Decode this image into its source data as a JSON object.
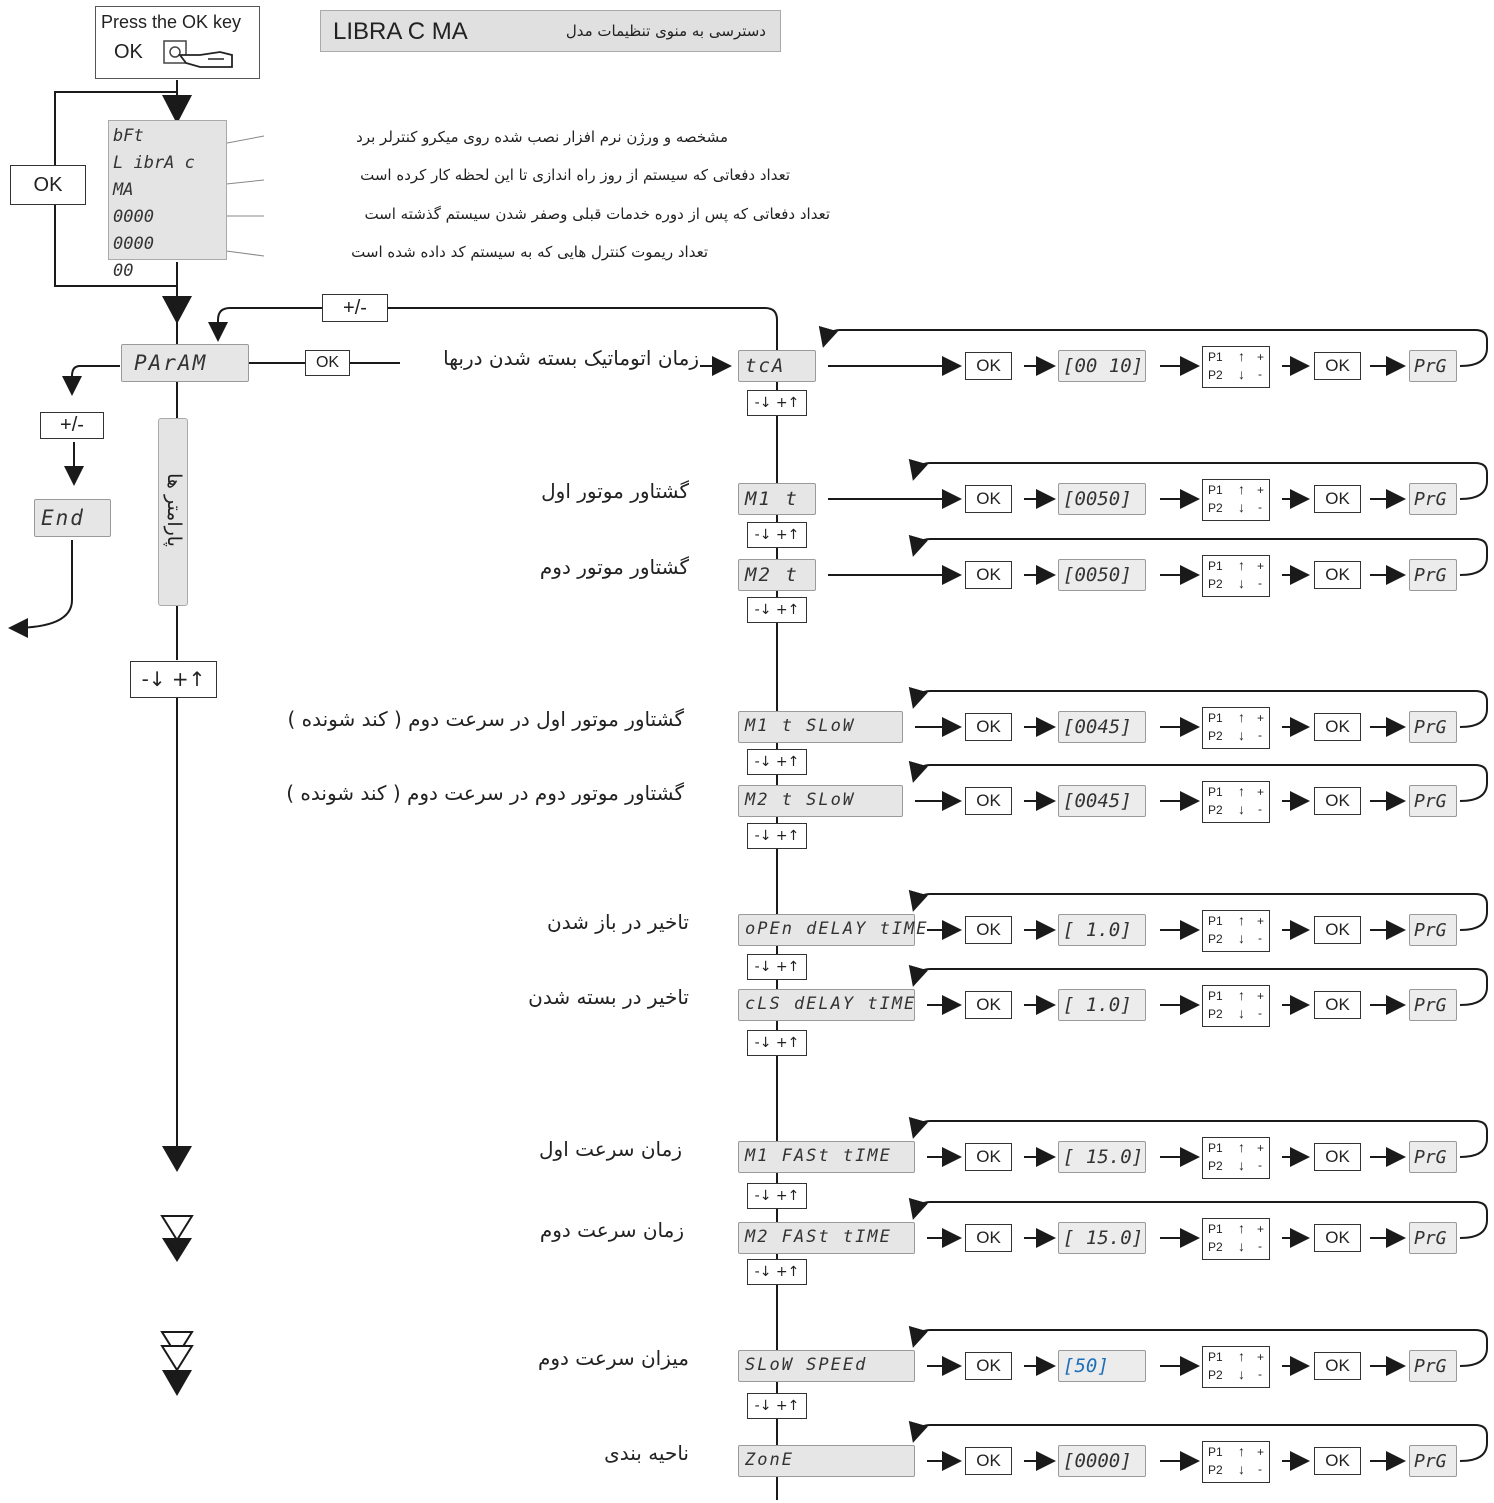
{
  "start_box": {
    "line1": "Press the OK key",
    "line2": "OK"
  },
  "title": {
    "model": "LIBRA C MA",
    "subtitle": "دسترسی به منوی تنظیمات مدل"
  },
  "display_lines": [
    "bFt",
    "L ibrA c MA",
    "0000",
    "0000",
    "00"
  ],
  "display_notes": [
    "مشخصه و ورژن نرم افزار نصب شده روی میکرو کنترلر برد",
    "تعداد دفعاتی  که سیستم از روز راه اندازی تا این لحظه کار کرده است",
    "تعداد دفعاتی که پس از دوره خدمات قبلی وصفر شدن سیستم گذشته است",
    "تعداد ریموت کنترل هایی که به سیستم کد داده شده است"
  ],
  "ok_label": "OK",
  "plus_minus_label": "+/-",
  "param_display": "PArAM",
  "param_side_label": "پارامتر ها",
  "end_display": "End",
  "scroll_label": "-↓ +↑",
  "p12": {
    "p1": "P1",
    "p2": "P2",
    "plus": "+",
    "minus": "-"
  },
  "prg_display": "PrG",
  "rows": [
    {
      "label": "زمان اتوماتیک بسته شدن دربها",
      "display": "tcA",
      "value": "[00 10]"
    },
    {
      "label": "گشتاور موتور اول",
      "display": "M1 t",
      "value": "[0050]"
    },
    {
      "label": "گشتاور موتور دوم",
      "display": "M2 t",
      "value": "[0050]"
    },
    {
      "label": "گشتاور موتور اول در سرعت دوم  ( کند شونده )",
      "display": "M1 t SLoW",
      "value": "[0045]"
    },
    {
      "label": "گشتاور موتور دوم در سرعت دوم ( کند شونده )",
      "display": "M2 t SLoW",
      "value": "[0045]"
    },
    {
      "label": "تاخیر در باز شدن",
      "display": "oPEn dELAY tIME",
      "value": "[ 1.0]"
    },
    {
      "label": "تاخیر در بسته شدن",
      "display": "cLS dELAY tIME",
      "value": "[ 1.0]"
    },
    {
      "label": "زمان سرعت اول",
      "display": "M1 FASt tIME",
      "value": "[ 15.0]"
    },
    {
      "label": "زمان سرعت دوم",
      "display": "M2 FASt tIME",
      "value": "[ 15.0]"
    },
    {
      "label": "میزان سرعت دوم",
      "display": "SLoW SPEEd",
      "value": "[50]"
    },
    {
      "label": "ناحیه بندی",
      "display": "ZonE",
      "value": "[0000]"
    }
  ],
  "colors": {
    "line": "#1a1a1a",
    "lcd_bg": "#e6e6e6",
    "highlight_value": "#1d6fb8"
  }
}
